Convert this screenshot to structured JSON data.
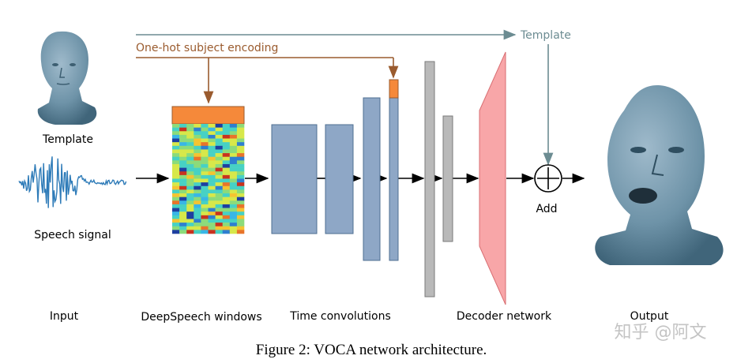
{
  "labels": {
    "one_hot": "One-hot subject encoding",
    "template_top": "Template",
    "template_input": "Template",
    "speech": "Speech signal",
    "add": "Add",
    "input": "Input",
    "deepspeech": "DeepSpeech windows",
    "time_conv": "Time convolutions",
    "decoder": "Decoder network",
    "output": "Output",
    "watermark": "知乎 @阿文"
  },
  "caption": "Figure 2: VOCA network architecture.",
  "colors": {
    "blue_block": "#8EA7C6",
    "blue_stroke": "#4F6F92",
    "orange": "#F5893A",
    "gray": "#B9B9B9",
    "pink": "#F8A6A8",
    "template_arrow": "#6C8C92",
    "onehot_arrow": "#9A5B2E",
    "face": "#6E93A8"
  }
}
